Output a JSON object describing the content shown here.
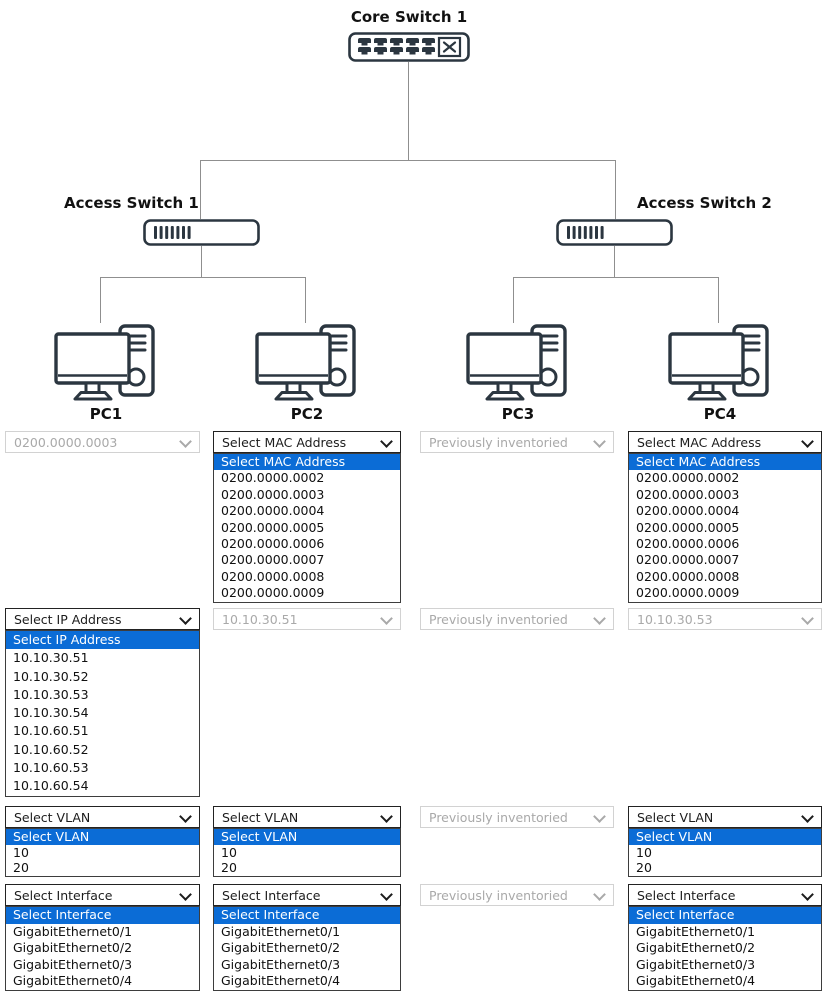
{
  "topology": {
    "core_switch_label": "Core Switch 1",
    "access_switch_1_label": "Access Switch 1",
    "access_switch_2_label": "Access Switch 2",
    "pc_labels": [
      "PC1",
      "PC2",
      "PC3",
      "PC4"
    ]
  },
  "dropdowns": {
    "mac": {
      "closed": "Select MAC Address",
      "options": [
        "Select MAC Address",
        "0200.0000.0002",
        "0200.0000.0003",
        "0200.0000.0004",
        "0200.0000.0005",
        "0200.0000.0006",
        "0200.0000.0007",
        "0200.0000.0008",
        "0200.0000.0009"
      ],
      "highlighted": "Select MAC Address"
    },
    "ip": {
      "closed": "Select IP Address",
      "options": [
        "Select IP Address",
        "10.10.30.51",
        "10.10.30.52",
        "10.10.30.53",
        "10.10.30.54",
        "10.10.60.51",
        "10.10.60.52",
        "10.10.60.53",
        "10.10.60.54"
      ],
      "highlighted": "Select IP Address"
    },
    "vlan": {
      "closed": "Select VLAN",
      "options": [
        "Select VLAN",
        "10",
        "20"
      ],
      "highlighted": "Select VLAN"
    },
    "interface": {
      "closed": "Select Interface",
      "options": [
        "Select Interface",
        "GigabitEthernet0/1",
        "GigabitEthernet0/2",
        "GigabitEthernet0/3",
        "GigabitEthernet0/4"
      ],
      "highlighted": "Select Interface"
    },
    "pc1_mac_value": "0200.0000.0003",
    "pc2_ip_value": "10.10.30.51",
    "pc4_ip_value": "10.10.30.53",
    "previously_inventoried": "Previously inventoried"
  },
  "colors": {
    "highlight_blue": "#0b6cd6",
    "icon_stroke": "#2b3640",
    "connector_gray": "#8f8f8f"
  }
}
